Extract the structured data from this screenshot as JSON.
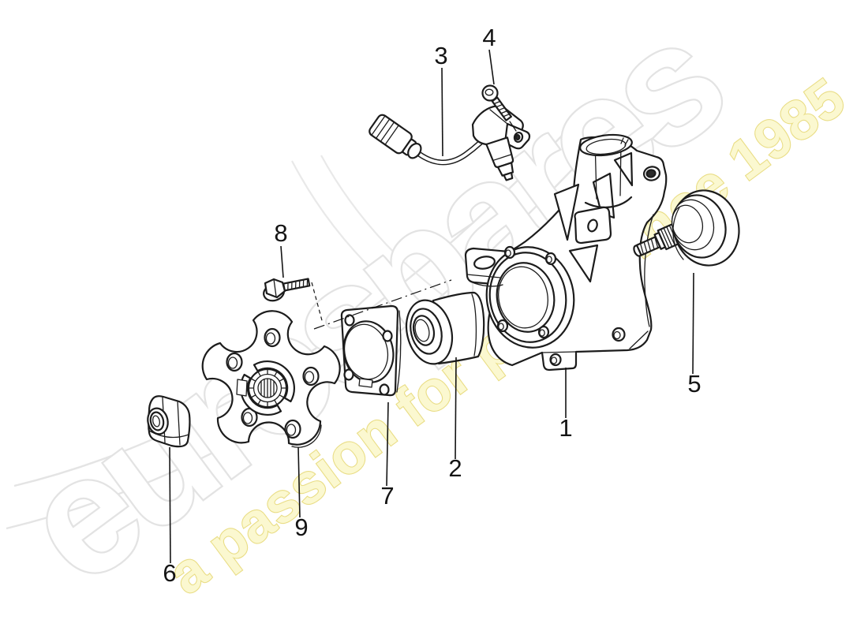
{
  "watermark": {
    "brand": "eurospares",
    "tagline": "a passion for parts since 1985",
    "brand_fill": "#ffffff",
    "brand_outline": "#e3e3e3",
    "tagline_fill": "#fbf8d0",
    "tagline_outline": "#e9dd85"
  },
  "diagram": {
    "background": "#ffffff",
    "line_color": "#1c1c1c",
    "swoosh_color": "#e4e4e4",
    "type": "exploded-parts-diagram"
  },
  "callouts": [
    {
      "label": "1"
    },
    {
      "label": "2"
    },
    {
      "label": "3"
    },
    {
      "label": "4"
    },
    {
      "label": "5"
    },
    {
      "label": "6"
    },
    {
      "label": "7"
    },
    {
      "label": "8"
    },
    {
      "label": "9"
    }
  ]
}
